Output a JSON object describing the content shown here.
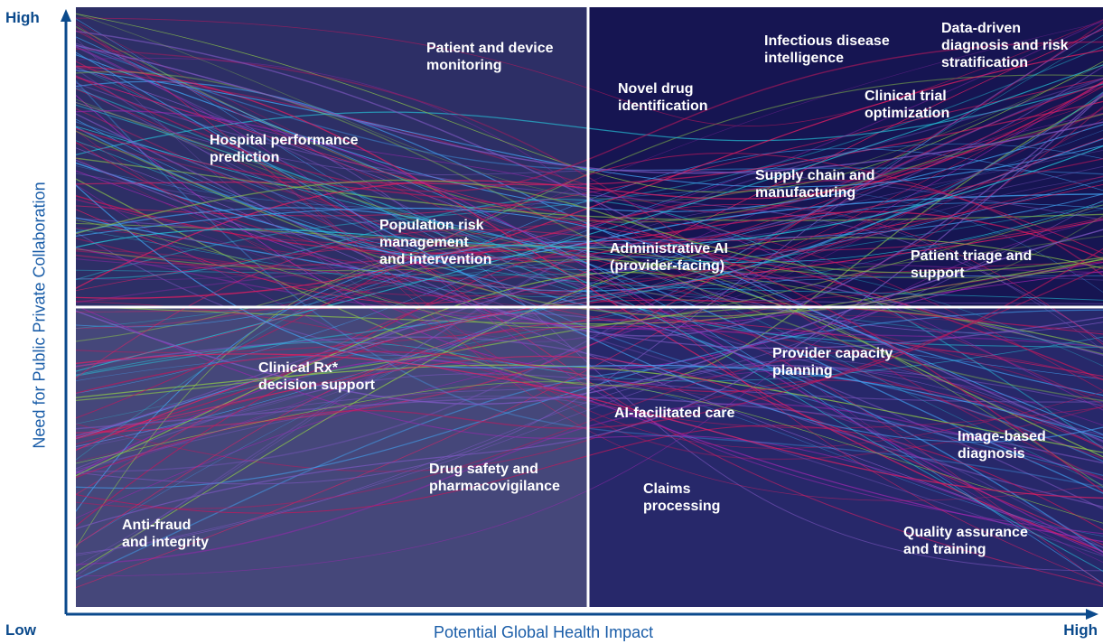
{
  "axes": {
    "x_title": "Potential Global Health Impact",
    "y_title": "Need for Public Private Collaboration",
    "y_high": "High",
    "x_low": "Low",
    "x_high": "High"
  },
  "colors": {
    "axis": "#0b4a8c",
    "q_top_left": "#2d2f66",
    "q_top_right": "#161552",
    "q_bottom_left": "#45477a",
    "q_bottom_right": "#27286a",
    "divider": "#ffffff",
    "line_palette": [
      "#c2185b",
      "#7e57c2",
      "#42a5f5",
      "#26c6da",
      "#9c27b0",
      "#e91e63",
      "#8bc34a"
    ]
  },
  "quadrants": {
    "top_left": [
      {
        "text": "Patient and device\nmonitoring"
      },
      {
        "text": "Hospital performance\nprediction"
      },
      {
        "text": "Population risk\nmanagement\nand intervention"
      }
    ],
    "top_right": [
      {
        "text": "Infectious disease\nintelligence"
      },
      {
        "text": "Data-driven\ndiagnosis and risk\nstratification"
      },
      {
        "text": "Novel drug\nidentification"
      },
      {
        "text": "Clinical trial\noptimization"
      },
      {
        "text": "Supply chain and\nmanufacturing"
      },
      {
        "text": "Administrative AI\n(provider-facing)"
      },
      {
        "text": "Patient triage and\nsupport"
      }
    ],
    "bottom_left": [
      {
        "text": "Clinical Rx*\ndecision support"
      },
      {
        "text": "Drug safety and\npharmacovigilance"
      },
      {
        "text": "Anti-fraud\nand integrity"
      }
    ],
    "bottom_right": [
      {
        "text": "Provider capacity\nplanning"
      },
      {
        "text": "AI-facilitated care"
      },
      {
        "text": "Image-based\ndiagnosis"
      },
      {
        "text": "Claims\nprocessing"
      },
      {
        "text": "Quality assurance\nand training"
      }
    ]
  }
}
